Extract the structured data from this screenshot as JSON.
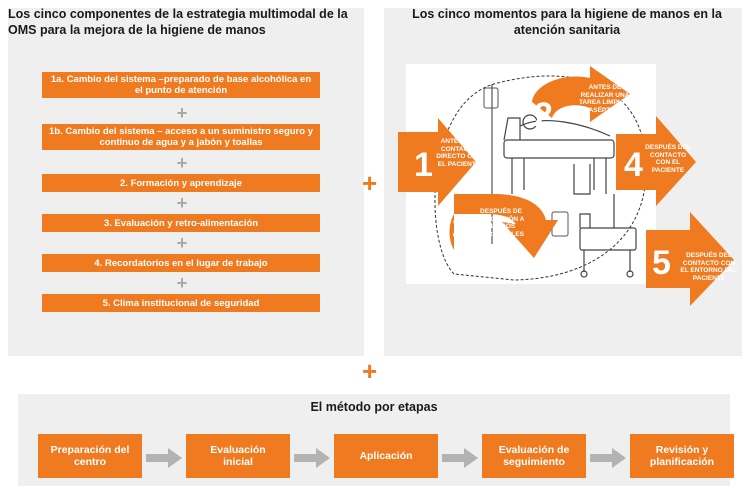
{
  "left": {
    "title": "Los cinco componentes de la estrategia multimodal de la OMS para la mejora de la higiene de manos",
    "components": [
      {
        "label": "1a. Cambio del sistema –preparado de base alcohólica en el punto de atención"
      },
      {
        "label": "1b. Cambio del sistema – acceso a un suministro seguro y continuo de agua y a jabón y toallas"
      },
      {
        "label": "2. Formación y aprendizaje"
      },
      {
        "label": "3. Evaluación y retro-alimentación"
      },
      {
        "label": "4. Recordatorios en el lugar de trabajo"
      },
      {
        "label": "5. Clima institucional de seguridad"
      }
    ],
    "separator": "+"
  },
  "right": {
    "title": "Los cinco momentos para la higiene de manos en la atención sanitaria",
    "moments": [
      {
        "number": "1",
        "label": "ANTES DEL CONTACTO DIRECTO CON EL PACIENTE"
      },
      {
        "number": "2",
        "label": "ANTES DE REALIZAR UNA TAREA LIMPIA O ASÉPTICA"
      },
      {
        "number": "3",
        "label": "DESPUÉS DE EXPOSICIÓN A FLUIDOS CORPORALES"
      },
      {
        "number": "4",
        "label": "DESPUÉS DEL CONTACTO CON EL PACIENTE"
      },
      {
        "number": "5",
        "label": "DESPUÉS DEL CONTACTO CON EL ENTORNO DEL PACIENTE"
      }
    ]
  },
  "connectors": {
    "plus": "+"
  },
  "bottom": {
    "title": "El método por etapas",
    "steps": [
      {
        "line1": "Preparación del",
        "line2": "centro"
      },
      {
        "line1": "Evaluación",
        "line2": "inicial"
      },
      {
        "line1": "Aplicación",
        "line2": ""
      },
      {
        "line1": "Evaluación de",
        "line2": "seguimiento"
      },
      {
        "line1": "Revisión y",
        "line2": "planificación"
      }
    ]
  },
  "colors": {
    "accent": "#ef7a1f",
    "panel": "#efefef",
    "arrow_gray": "#b3b3b3"
  }
}
